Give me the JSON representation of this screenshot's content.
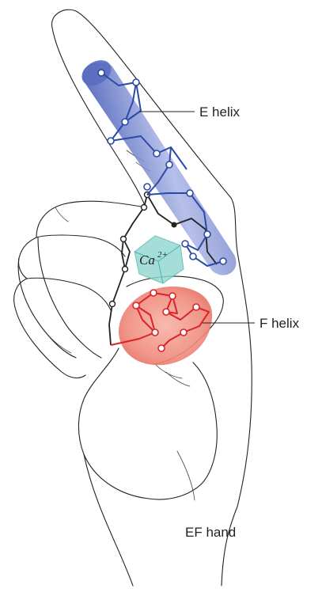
{
  "labels": {
    "e_helix": "E helix",
    "f_helix": "F helix",
    "ion": "Ca",
    "ion_charge": "2+",
    "caption": "EF hand"
  },
  "colors": {
    "e_helix_cylinder": "#7f8fd0",
    "e_helix_backbone": "#2b4aa8",
    "f_helix_blob": "#ef8a7c",
    "f_helix_backbone": "#d8232a",
    "calcium_cube": "#8fd6cf",
    "loop_backbone": "#222222"
  }
}
